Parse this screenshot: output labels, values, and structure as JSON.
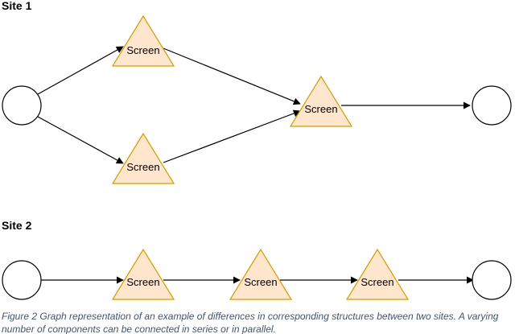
{
  "diagram": {
    "colors": {
      "screen_fill": "#ffe6cc",
      "screen_stroke": "#d79b00",
      "line": "#000000",
      "caption": "#44546a"
    },
    "sites": [
      {
        "label": "Site 1",
        "screens": [
          "Screen",
          "Screen",
          "Screen"
        ],
        "connections": [
          [
            "start",
            "screen-1"
          ],
          [
            "start",
            "screen-2"
          ],
          [
            "screen-1",
            "screen-3"
          ],
          [
            "screen-2",
            "screen-3"
          ],
          [
            "screen-3",
            "end"
          ]
        ]
      },
      {
        "label": "Site 2",
        "screens": [
          "Screen",
          "Screen",
          "Screen"
        ],
        "connections": [
          [
            "start",
            "screen-1"
          ],
          [
            "screen-1",
            "screen-2"
          ],
          [
            "screen-2",
            "screen-3"
          ],
          [
            "screen-3",
            "end"
          ]
        ]
      }
    ],
    "caption": "Figure 2 Graph representation of an example of differences in corresponding structures between two sites. A varying number of components can be connected in series or in parallel."
  }
}
